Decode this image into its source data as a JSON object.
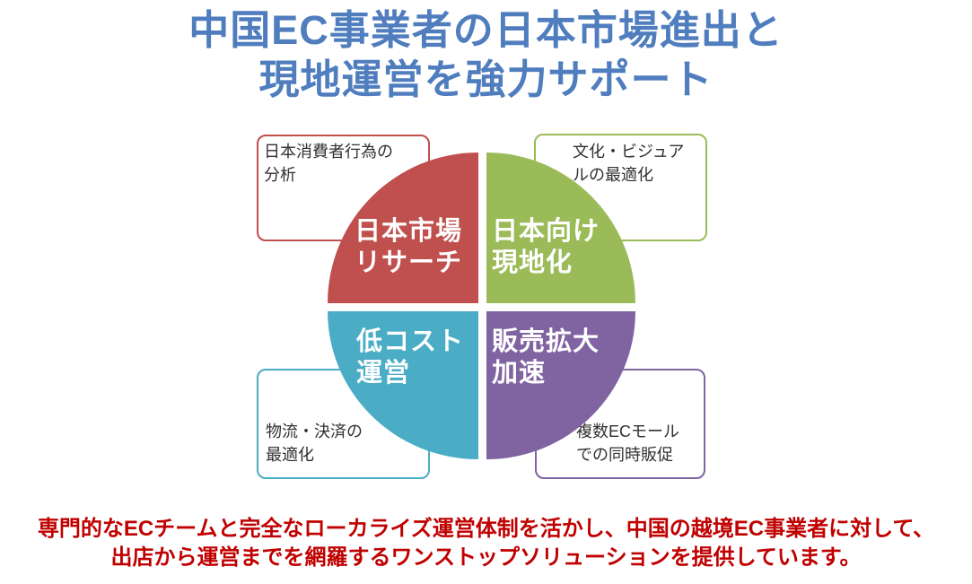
{
  "page": {
    "title": "中国EC事業者の日本市場進出と\n現地運営を強力サポート",
    "footer": "専門的なECチームと完全なローカライズ運営体制を活かし、中国の越境EC事業者に対して、\n出店から運営までを網羅するワンストップソリューションを提供しています。"
  },
  "colors": {
    "background": "#FFFFFF",
    "title_blue": "#4F7DBE",
    "footer_red": "#C00000",
    "quadrant_text": "#FFFFFF",
    "callout_text": "#303030"
  },
  "quadrants": [
    {
      "id": "japan-market-research",
      "position": "top-left",
      "label": "日本市場\nリサーチ",
      "callout": "日本消費者行為の\n分析",
      "color": "#C0504D"
    },
    {
      "id": "japan-localization",
      "position": "top-right",
      "label": "日本向け\n現地化",
      "callout": "文化・ビジュア\nルの最適化",
      "color": "#9BBB59"
    },
    {
      "id": "low-cost-operation",
      "position": "bottom-left",
      "label": "低コスト\n運営",
      "callout": "物流・決済の\n最適化",
      "color": "#4BACC6"
    },
    {
      "id": "sales-expansion-acceleration",
      "position": "bottom-right",
      "label": "販売拡大\n加速",
      "callout": "複数ECモール\nでの同時販促",
      "color": "#8064A2"
    }
  ]
}
